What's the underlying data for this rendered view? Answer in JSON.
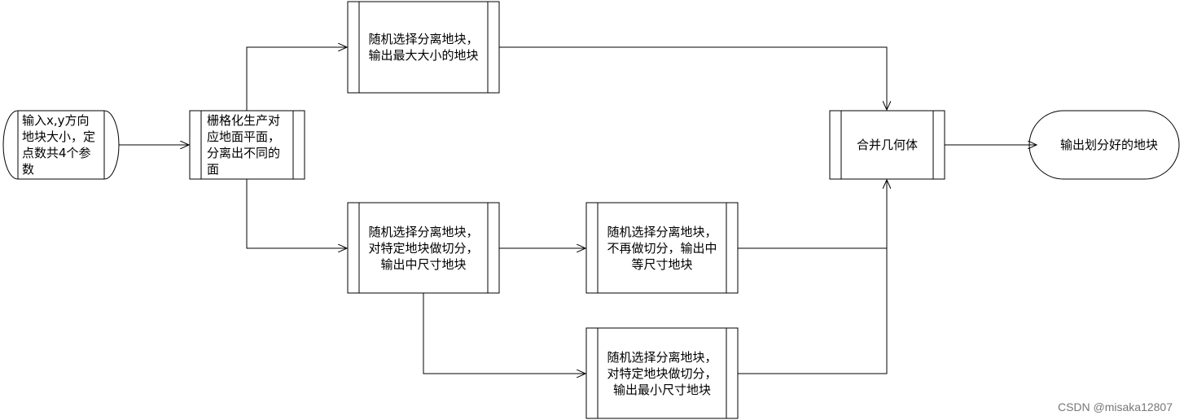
{
  "diagram": {
    "nodes": {
      "input": "输入x,y方向\n地块大小，定\n点数共4个参\n数",
      "rasterize": "栅格化生产对\n应地面平面，\n分离出不同的\n面",
      "largest": "随机选择分离地块，\n输出最大大小的地块",
      "cut_medium": "随机选择分离地块，\n对特定地块做切分，\n输出中尺寸地块",
      "medium": "随机选择分离地块，\n不再做切分，输出中\n等尺寸地块",
      "smallest": "随机选择分离地块，\n对特定地块做切分，\n输出最小尺寸地块",
      "merge": "合并几何体",
      "output": "输出划分好的地块"
    }
  },
  "watermark": "CSDN @misaka12807"
}
